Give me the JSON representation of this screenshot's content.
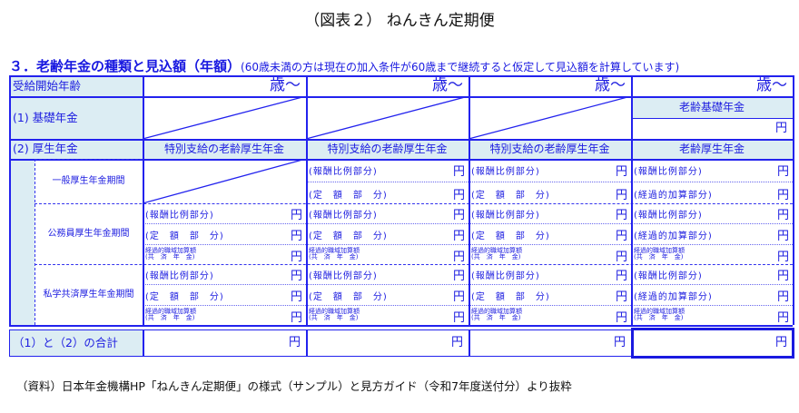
{
  "figure_title": "（図表２） ねんきん定期便",
  "section_title": "３．老齢年金の種類と見込額（年額）",
  "section_note": "(60歳未満の方は現在の加入条件が60歳まで継続すると仮定して見込額を計算しています)",
  "row_labels": {
    "start_age": "受給開始年齢",
    "kiso": "(1) 基礎年金",
    "kosei": "(2) 厚生年金",
    "ippan": "一般厚生年金期間",
    "komuin": "公務員厚生年金期間",
    "shigaku": "私学共済厚生年金期間",
    "total": "（1）と（2）の合計"
  },
  "columns": [
    {
      "age": "歳～",
      "kiso_header": null,
      "kiso_unit": null,
      "kosei_header": "特別支給の老齢厚生年金",
      "ippan": null,
      "komuin": [
        {
          "label": "(報酬比例部分)",
          "unit": "円"
        },
        {
          "label": "(定　額　部　分)",
          "unit": "円"
        },
        {
          "label": "経過的職域加算額",
          "sub": "(共　済　年　金)",
          "unit": "円"
        }
      ],
      "shigaku": [
        {
          "label": "(報酬比例部分)",
          "unit": "円"
        },
        {
          "label": "(定　額　部　分)",
          "unit": "円"
        },
        {
          "label": "経過的職域加算額",
          "sub": "(共　済　年　金)",
          "unit": "円"
        }
      ],
      "total_unit": "円"
    },
    {
      "age": "歳～",
      "kiso_header": null,
      "kiso_unit": null,
      "kosei_header": "特別支給の老齢厚生年金",
      "ippan": [
        {
          "label": "(報酬比例部分)",
          "unit": "円"
        },
        {
          "label": "(定　額　部　分)",
          "unit": "円"
        }
      ],
      "komuin": [
        {
          "label": "(報酬比例部分)",
          "unit": "円"
        },
        {
          "label": "(定　額　部　分)",
          "unit": "円"
        },
        {
          "label": "経過的職域加算額",
          "sub": "(共　済　年　金)",
          "unit": "円"
        }
      ],
      "shigaku": [
        {
          "label": "(報酬比例部分)",
          "unit": "円"
        },
        {
          "label": "(定　額　部　分)",
          "unit": "円"
        },
        {
          "label": "経過的職域加算額",
          "sub": "(共　済　年　金)",
          "unit": "円"
        }
      ],
      "total_unit": "円"
    },
    {
      "age": "歳～",
      "kiso_header": null,
      "kiso_unit": null,
      "kosei_header": "特別支給の老齢厚生年金",
      "ippan": [
        {
          "label": "(報酬比例部分)",
          "unit": "円"
        },
        {
          "label": "(定　額　部　分)",
          "unit": "円"
        }
      ],
      "komuin": [
        {
          "label": "(報酬比例部分)",
          "unit": "円"
        },
        {
          "label": "(定　額　部　分)",
          "unit": "円"
        },
        {
          "label": "経過的職域加算額",
          "sub": "(共　済　年　金)",
          "unit": "円"
        }
      ],
      "shigaku": [
        {
          "label": "(報酬比例部分)",
          "unit": "円"
        },
        {
          "label": "(定　額　部　分)",
          "unit": "円"
        },
        {
          "label": "経過的職域加算額",
          "sub": "(共　済　年　金)",
          "unit": "円"
        }
      ],
      "total_unit": "円"
    },
    {
      "age": "歳～",
      "kiso_header": "老齢基礎年金",
      "kiso_unit": "円",
      "kosei_header": "老齢厚生年金",
      "ippan": [
        {
          "label": "(報酬比例部分)",
          "unit": "円"
        },
        {
          "label": "(経過的加算部分)",
          "unit": "円"
        }
      ],
      "komuin": [
        {
          "label": "(報酬比例部分)",
          "unit": "円"
        },
        {
          "label": "(経過的加算部分)",
          "unit": "円"
        },
        {
          "label": "経過的職域加算額",
          "sub": "(共　済　年　金)",
          "unit": "円"
        }
      ],
      "shigaku": [
        {
          "label": "(報酬比例部分)",
          "unit": "円"
        },
        {
          "label": "(経過的加算部分)",
          "unit": "円"
        },
        {
          "label": "経過的職域加算額",
          "sub": "(共　済　年　金)",
          "unit": "円"
        }
      ],
      "total_unit": "円"
    }
  ],
  "source": "（資料）日本年金機構HP「ねんきん定期便」の様式（サンプル）と見方ガイド（令和7年度送付分）より抜粋"
}
